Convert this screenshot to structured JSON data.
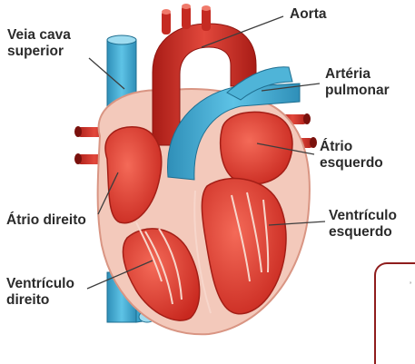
{
  "labels": {
    "aorta": "Aorta",
    "veia_cava_l1": "Veia cava",
    "veia_cava_l2": "superior",
    "arteria_l1": "Artéria",
    "arteria_l2": "pulmonar",
    "atrio_esq_l1": "Átrio",
    "atrio_esq_l2": "esquerdo",
    "atrio_dir": "Átrio direito",
    "vent_esq_l1": "Ventrículo",
    "vent_esq_l2": "esquerdo",
    "vent_dir_l1": "Ventrículo",
    "vent_dir_l2": "direito"
  },
  "colors": {
    "label_text": "#2b2b2b",
    "leader_line": "#3d3d3d",
    "blue_vessel": "#4fb4d8",
    "red_vessel": "#d6322a",
    "chamber_red": "#e04a3a",
    "muscle_pink": "#f2c6b8",
    "frame_accent": "#8f1d1d"
  }
}
